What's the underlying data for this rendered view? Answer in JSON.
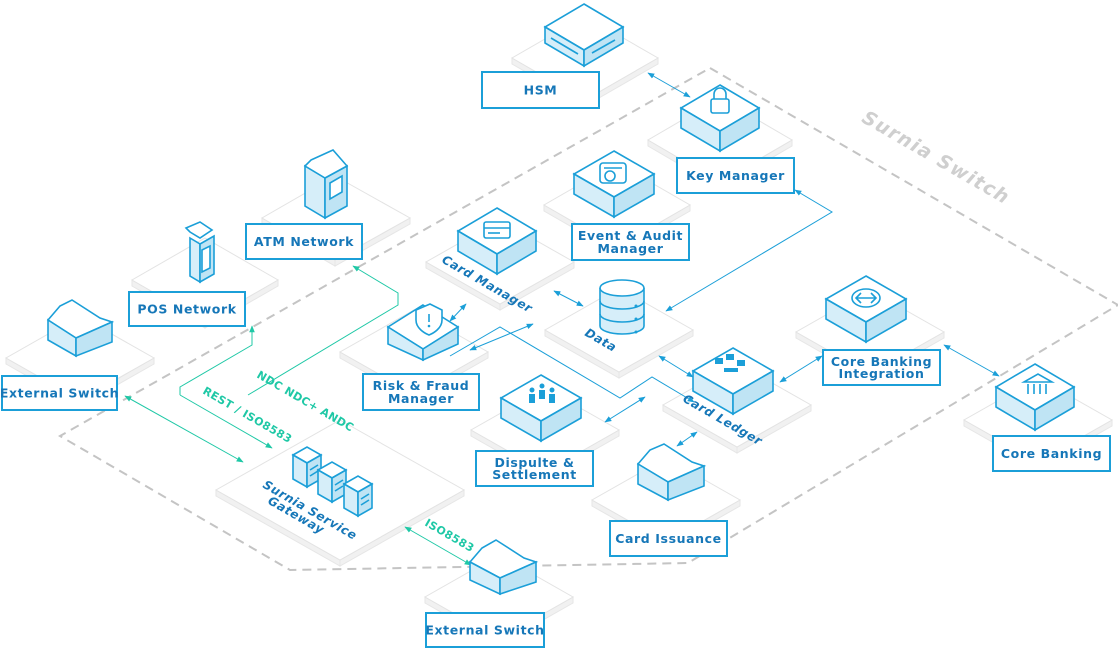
{
  "title": "Surnia Switch",
  "nodes": {
    "hsm": {
      "label": "HSM",
      "icon": "server-rack-icon"
    },
    "key_manager": {
      "label": "Key Manager",
      "icon": "lock-icon"
    },
    "event_audit": {
      "label_line1": "Event & Audit",
      "label_line2": "Manager",
      "icon": "audit-icon"
    },
    "atm_network": {
      "label": "ATM Network",
      "icon": "atm-icon"
    },
    "pos_network": {
      "label": "POS Network",
      "icon": "pos-terminal-icon"
    },
    "external_switch_left": {
      "label": "External Switch",
      "icon": "switch-block-icon"
    },
    "card_manager": {
      "label": "Card Manager",
      "icon": "card-icon"
    },
    "data": {
      "label": "Data",
      "icon": "database-icon"
    },
    "risk_fraud": {
      "label_line1": "Risk & Fraud",
      "label_line2": "Manager",
      "icon": "shield-icon"
    },
    "card_ledger": {
      "label": "Card Ledger",
      "icon": "ledger-icon"
    },
    "core_banking_integration": {
      "label_line1": "Core Banking",
      "label_line2": "Integration",
      "icon": "integration-icon"
    },
    "core_banking": {
      "label": "Core Banking",
      "icon": "bank-icon"
    },
    "dispute_settlement": {
      "label_line1": "Dispulte &",
      "label_line2": "Settlement",
      "icon": "people-icon"
    },
    "card_issuance": {
      "label": "Card Issuance",
      "icon": "issuance-block-icon"
    },
    "service_gateway": {
      "label_line1": "Surnia Service",
      "label_line2": "Gateway",
      "icon": "servers-icon"
    },
    "external_switch_bottom": {
      "label": "External Switch",
      "icon": "switch-block-icon"
    }
  },
  "protocols": {
    "ndc": "NDC NDC+ ANDC",
    "rest_iso": "REST / ISO8583",
    "iso": "ISO8583"
  },
  "colors": {
    "accent_blue": "#1b9fd8",
    "label_text": "#1677b8",
    "protocol_green": "#1fc8a6",
    "boundary_grey": "#c4c4c4"
  }
}
